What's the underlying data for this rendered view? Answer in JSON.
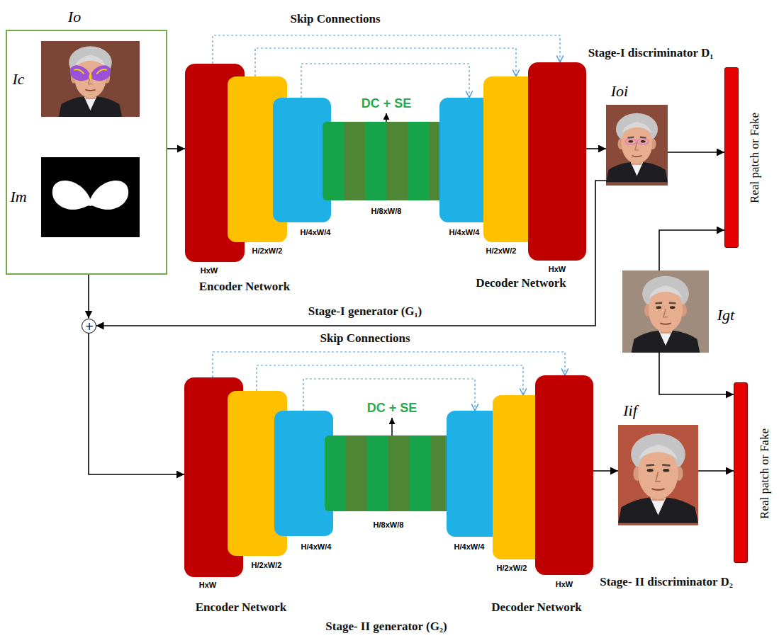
{
  "diagram": {
    "nodes": [
      {
        "text": [
          "Io"
        ]
      },
      {
        "text": [
          "Ic"
        ],
        "in": 0
      },
      {
        "text": [
          "Im"
        ],
        "in": 0
      },
      {
        "text": [
          "HxW"
        ]
      },
      {
        "text": [
          "H/2xW/2"
        ]
      },
      {
        "text": [
          "H/4xW/4"
        ]
      },
      {
        "text": [
          "H/8xW/8"
        ]
      },
      {
        "text": [
          "H/4xW/4"
        ]
      },
      {
        "text": [
          "H/2xW/2"
        ]
      },
      {
        "text": [
          "HxW"
        ]
      },
      {
        "text": [
          "Ioi"
        ]
      },
      {
        "text": [
          "Real patch or Fake"
        ]
      },
      {
        "text": [
          "Igt"
        ]
      },
      {
        "text": [
          "+"
        ]
      },
      {
        "text": [
          "HxW"
        ]
      },
      {
        "text": [
          "H/2xW/2"
        ]
      },
      {
        "text": [
          "H/4xW/4"
        ]
      },
      {
        "text": [
          "H/8xW/8"
        ]
      },
      {
        "text": [
          "H/4xW/4"
        ]
      },
      {
        "text": [
          "H/2xW/2"
        ]
      },
      {
        "text": [
          "HxW"
        ]
      },
      {
        "text": [
          "Iif"
        ]
      },
      {
        "text": [
          "Real patch or Fake"
        ]
      }
    ],
    "edges": [
      {
        "from": 0,
        "to": 3,
        "arrow": "to"
      },
      {
        "from": 3,
        "to": 9,
        "arrow": "to"
      },
      {
        "from": 4,
        "to": 8,
        "arrow": "to"
      },
      {
        "from": 5,
        "to": 7,
        "arrow": "to"
      },
      {
        "from": 9,
        "to": 10,
        "arrow": "to"
      },
      {
        "from": 10,
        "to": 11,
        "arrow": "to"
      },
      {
        "from": 12,
        "to": 11,
        "arrow": "to"
      },
      {
        "from": 10,
        "to": 13,
        "arrow": "to"
      },
      {
        "from": 0,
        "to": 13,
        "arrow": "to"
      },
      {
        "from": 13,
        "to": 14,
        "arrow": "to"
      },
      {
        "from": 14,
        "to": 20,
        "arrow": "to"
      },
      {
        "from": 15,
        "to": 19,
        "arrow": "to"
      },
      {
        "from": 16,
        "to": 18,
        "arrow": "to"
      },
      {
        "from": 20,
        "to": 21,
        "arrow": "to"
      },
      {
        "from": 21,
        "to": 22,
        "arrow": "to"
      },
      {
        "from": 12,
        "to": 22,
        "arrow": "to"
      }
    ],
    "labels": [
      "Skip Connections",
      "DC + SE",
      "Encoder Network",
      "Decoder Network",
      "Stage-I generator (G₁)",
      "Stage-I discriminator D₁",
      "Skip Connections",
      "DC + SE",
      "Encoder Network",
      "Decoder Network",
      "Stage- II generator (G₂)",
      "Stage- II discriminator D₂"
    ]
  }
}
